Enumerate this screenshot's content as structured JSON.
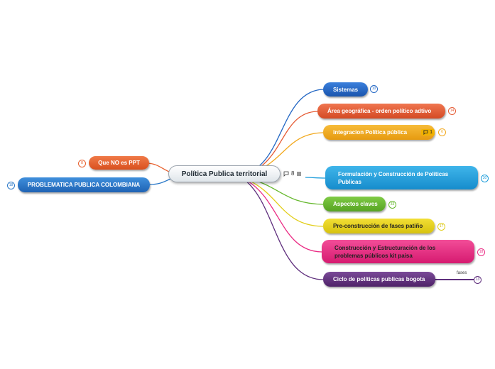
{
  "central": {
    "title": "Política Publica territorial",
    "comment_count": "8",
    "comment_icon": "comment-icon",
    "notes_icon": "notes-icon"
  },
  "left_nodes": [
    {
      "label": "Que NO es PPT",
      "color": "#e8602c",
      "badge": "8"
    },
    {
      "label": "PROBLEMATICA PUBLICA COLOMBIANA",
      "color": "#2a78c8",
      "badge": "18"
    }
  ],
  "right_nodes": [
    {
      "label": "Sistemas",
      "color": "#2367c4",
      "badge": "10"
    },
    {
      "label": "Área geográfica - orden político adtivo",
      "color": "#e55a33",
      "badge": "14"
    },
    {
      "label": "integracion Política pública",
      "color": "#f2a81d",
      "badge": "6",
      "comment_count": "1"
    },
    {
      "label": "Formulación y Construcción de Políticas Publicas",
      "color": "#1e9ddb",
      "badge": "30"
    },
    {
      "label": "Aspectos claves",
      "color": "#66b82e",
      "badge": "33"
    },
    {
      "label": "Pre-construcción de fases patiño",
      "color": "#e2ce1a",
      "badge": "17"
    },
    {
      "label": "Construcción y Estructuración de los problemas públicos kit paisa",
      "color": "#ea2b84",
      "badge": "18"
    },
    {
      "label": "Ciclo de políticas publicas bogota",
      "color": "#5f2f7d",
      "badge": ""
    }
  ],
  "sub_nodes": [
    {
      "label": "fases",
      "color": "#5f2f7d",
      "badge": "13"
    }
  ]
}
